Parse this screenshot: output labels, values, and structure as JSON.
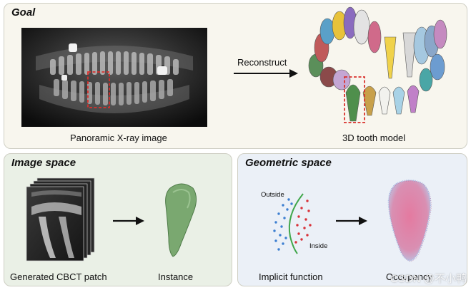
{
  "goal": {
    "title": "Goal",
    "arrow_label": "Reconstruct",
    "left_caption": "Panoramic X-ray image",
    "right_caption": "3D tooth model"
  },
  "image_space": {
    "title": "Image space",
    "left_caption": "Generated CBCT patch",
    "right_caption": "Instance"
  },
  "geometric_space": {
    "title": "Geometric space",
    "outside_label": "Outside",
    "inside_label": "Inside",
    "left_caption": "Implicit function",
    "right_caption": "Occupancy"
  },
  "watermark": "CSDN @不小鸭",
  "colors": {
    "panel_bg_top": "#f8f6ee",
    "panel_bg_image": "#eaf0e6",
    "panel_bg_geometric": "#ebf0f7",
    "highlight_box": "#d9302c",
    "instance_green": "#7aa870",
    "implicit_curve": "#3fa64a",
    "outside_dots": "#3d7fd1",
    "inside_dots": "#d8323a"
  }
}
